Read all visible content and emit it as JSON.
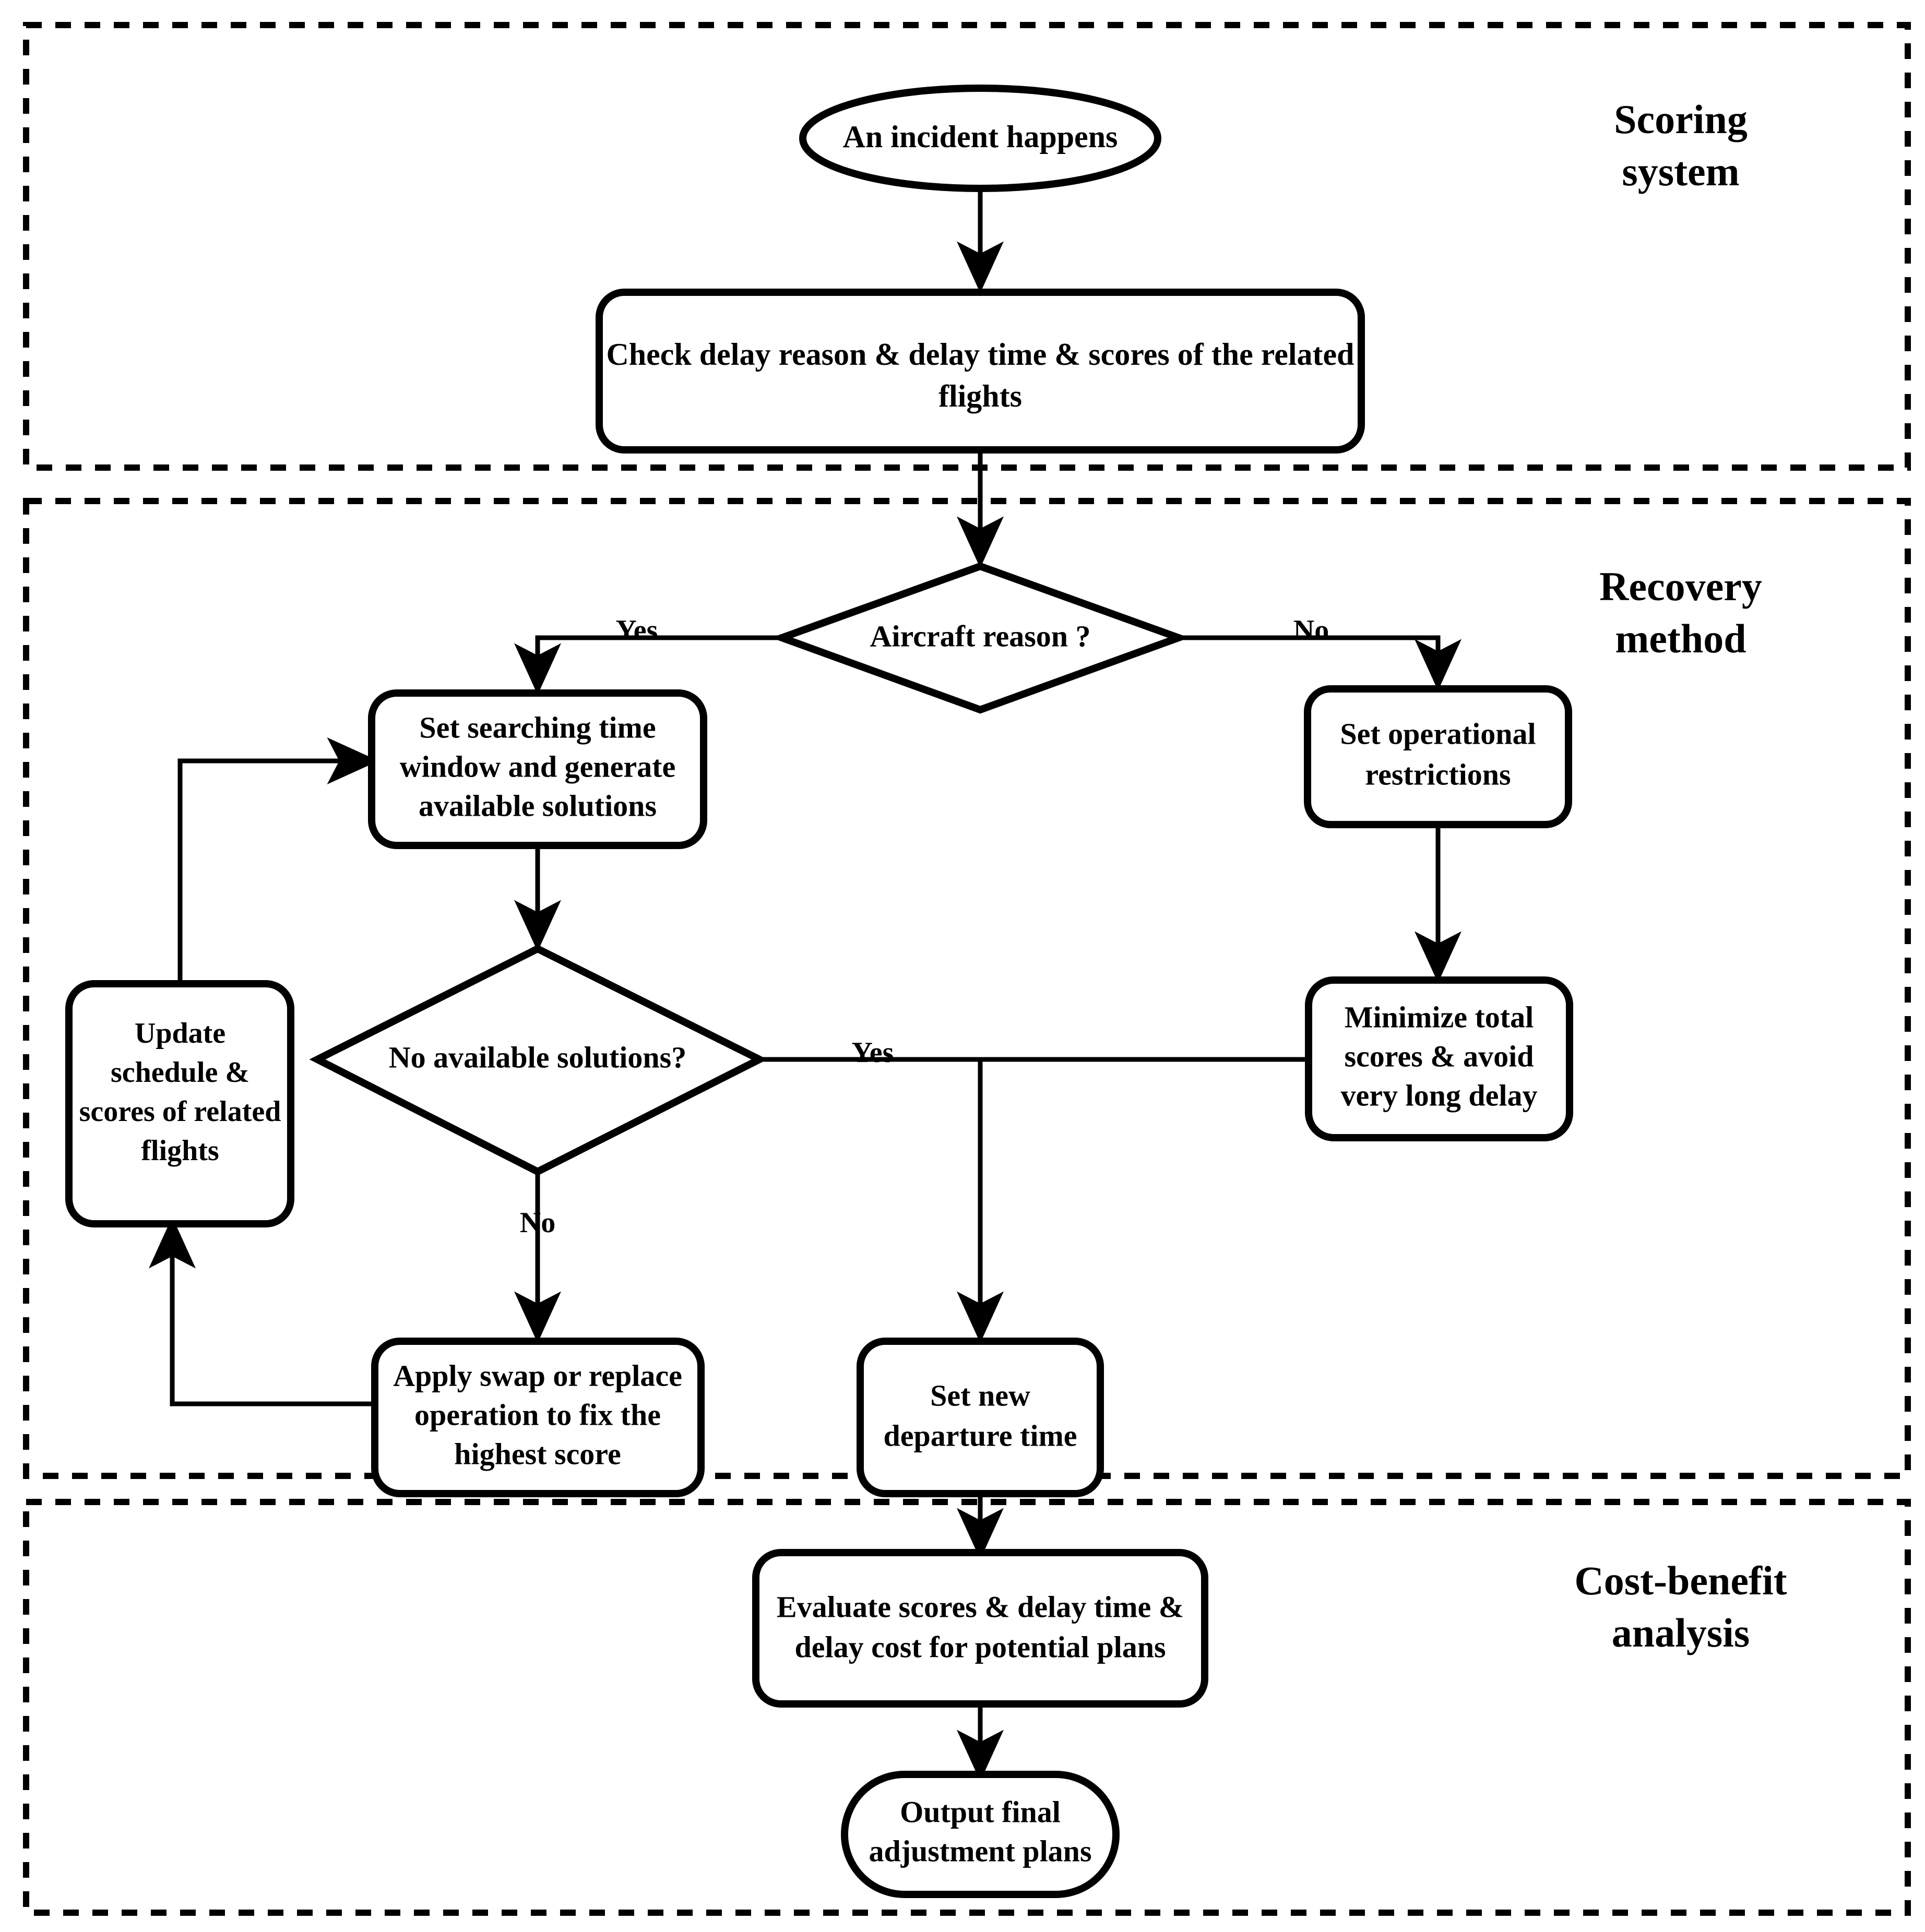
{
  "diagram": {
    "title": "Flight delay recovery decision flowchart",
    "colors": {
      "stroke": "#000000",
      "fill": "#ffffff",
      "background": "#ffffff"
    },
    "sections": [
      {
        "id": "scoring",
        "label_line1": "Scoring",
        "label_line2": "system"
      },
      {
        "id": "recovery",
        "label_line1": "Recovery",
        "label_line2": "method"
      },
      {
        "id": "cost",
        "label_line1": "Cost-benefit",
        "label_line2": "analysis"
      }
    ],
    "nodes": [
      {
        "id": "start",
        "shape": "ellipse",
        "lines": [
          "An incident happens"
        ]
      },
      {
        "id": "check",
        "shape": "rounded-rect",
        "lines": [
          "Check delay reason & delay time & scores of the related",
          "flights"
        ]
      },
      {
        "id": "aircraft",
        "shape": "diamond",
        "lines": [
          "Aircraft reason ?"
        ]
      },
      {
        "id": "setwin",
        "shape": "rounded-rect",
        "lines": [
          "Set searching time",
          "window and generate",
          "available solutions"
        ]
      },
      {
        "id": "setop",
        "shape": "rounded-rect",
        "lines": [
          "Set operational",
          "restrictions"
        ]
      },
      {
        "id": "update",
        "shape": "rounded-rect",
        "lines": [
          "Update",
          "schedule &",
          "scores of related",
          "flights"
        ]
      },
      {
        "id": "noavail",
        "shape": "diamond",
        "lines": [
          "No available solutions?"
        ]
      },
      {
        "id": "minimize",
        "shape": "rounded-rect",
        "lines": [
          "Minimize total",
          "scores & avoid",
          "very long delay"
        ]
      },
      {
        "id": "applyswap",
        "shape": "rounded-rect",
        "lines": [
          "Apply swap or replace",
          "operation to fix the",
          "highest score"
        ]
      },
      {
        "id": "setdep",
        "shape": "rounded-rect",
        "lines": [
          "Set new",
          "departure time"
        ]
      },
      {
        "id": "evaluate",
        "shape": "rounded-rect",
        "lines": [
          "Evaluate scores & delay time &",
          "delay cost for potential plans"
        ]
      },
      {
        "id": "output",
        "shape": "stadium",
        "lines": [
          "Output final",
          "adjustment plans"
        ]
      }
    ],
    "edge_labels": [
      {
        "id": "yes-aircraft",
        "text": "Yes"
      },
      {
        "id": "no-aircraft",
        "text": "No"
      },
      {
        "id": "yes-noavail",
        "text": "Yes"
      },
      {
        "id": "no-noavail",
        "text": "No"
      }
    ]
  }
}
